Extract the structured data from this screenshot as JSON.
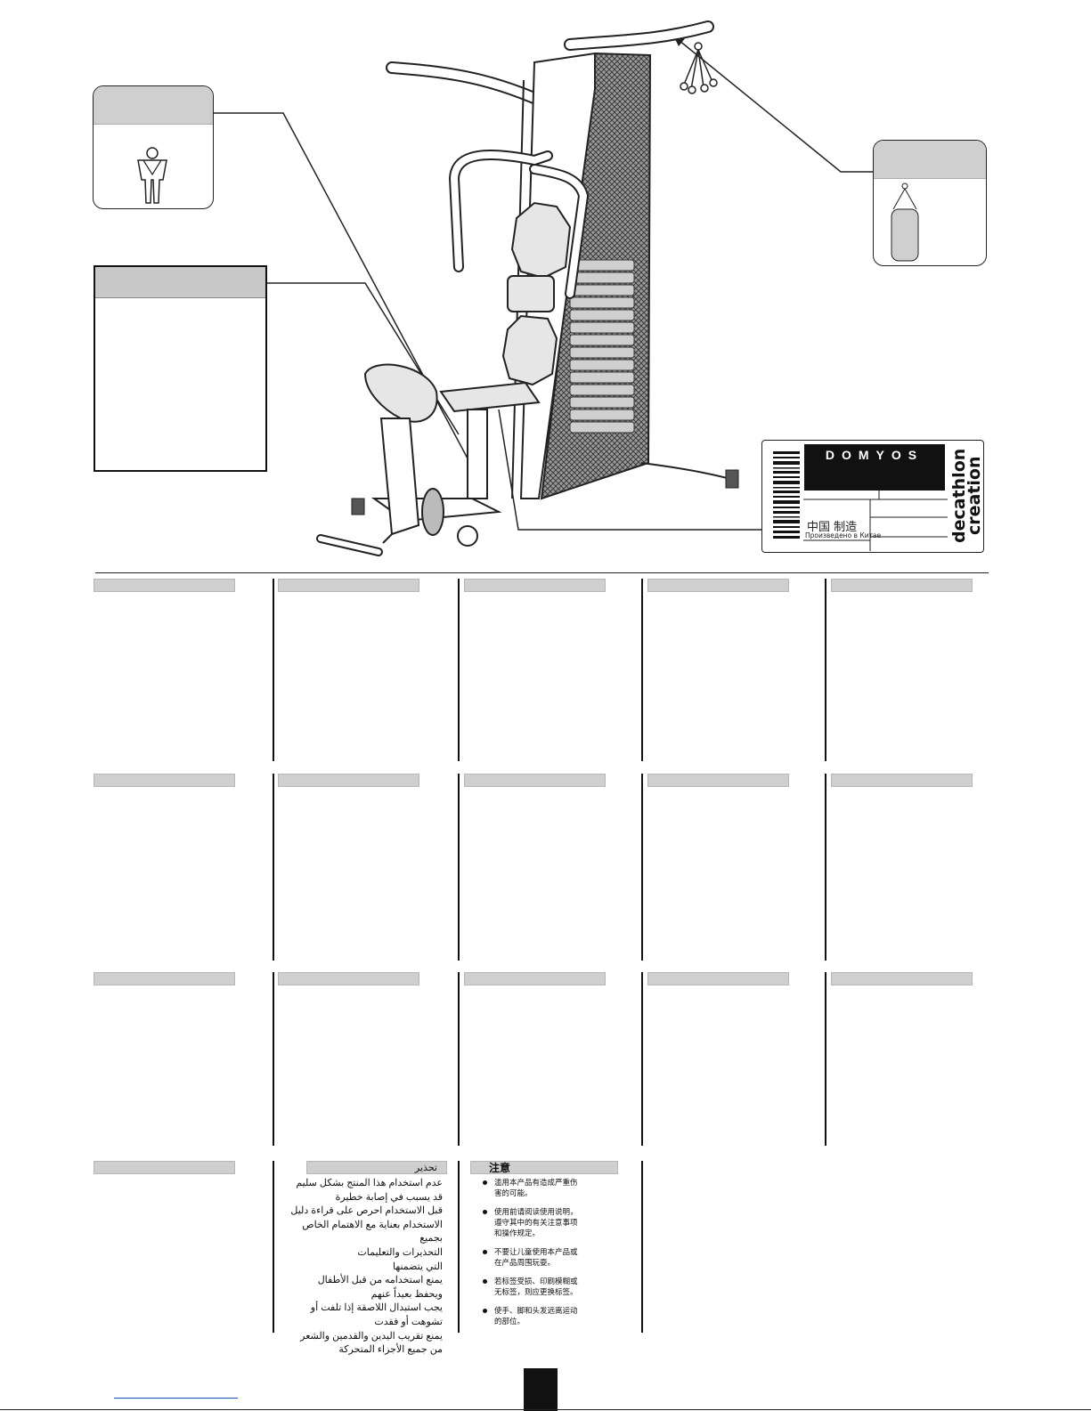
{
  "label": {
    "brand": "DOMYOS",
    "made_in_cn": "中国 制造",
    "made_in_ru": "Произведено в Китае",
    "side_text": "decathlon creation"
  },
  "warnings": {
    "arabic": {
      "title": "تحذير",
      "lines": [
        "عدم استخدام هذا المنتج بشكل سليم",
        "قد يسبب في إصابة خطيرة",
        "قبل الاستخدام احرص على قراءة دليل",
        "الاستخدام بعناية مع الاهتمام الخاص بجميع",
        "التحذيرات والتعليمات",
        "التي يتضمنها",
        "يمنع استخدامه من قبل الأطفال",
        "ويحفظ بعيداً عنهم",
        "يجب استبدال اللاصقة إذا تلفت أو",
        "تشوهت أو فقدت",
        "يمنع تقريب اليدين والقدمين والشعر",
        "من جميع الأجزاء المتحركة"
      ]
    },
    "chinese": {
      "title": "注意",
      "items": [
        "滥用本产品有造成严重伤害的可能。",
        "使用前请阅读使用说明，遵守其中的有关注意事项和操作规定。",
        "不要让儿童使用本产品或在产品周围玩耍。",
        "若标签受损、印刷模糊或无标签，则应更换标签。",
        "使手、脚和头发远离运动的部位。"
      ]
    }
  }
}
